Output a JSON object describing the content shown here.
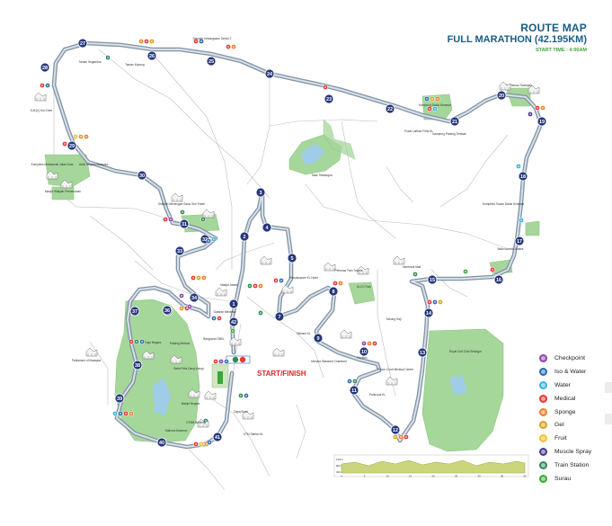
{
  "header": {
    "title": "ROUTE MAP",
    "subtitle": "FULL MARATHON (42.195KM)",
    "start_time": "START TIME : 4:00AM"
  },
  "start_finish_label": "START/FINISH",
  "legend": [
    {
      "label": "Checkpoint",
      "color": "#8e44ad",
      "icon": "checkpoint-pin"
    },
    {
      "label": "Iso & Water",
      "color": "#2f6bb3",
      "icon": "iso-water-pin"
    },
    {
      "label": "Water",
      "color": "#36b3e3",
      "icon": "water-pin"
    },
    {
      "label": "Medical",
      "color": "#e53935",
      "icon": "medical-pin"
    },
    {
      "label": "Sponge",
      "color": "#f0802a",
      "icon": "sponge-pin"
    },
    {
      "label": "Gel",
      "color": "#d9a21f",
      "icon": "gel-pin"
    },
    {
      "label": "Fruit",
      "color": "#f2c12e",
      "icon": "fruit-pin"
    },
    {
      "label": "Muscle Spray",
      "color": "#4a3a8c",
      "icon": "muscle-spray-pin"
    },
    {
      "label": "Train Station",
      "color": "#2e8b57",
      "icon": "train-station-pin"
    },
    {
      "label": "Surau",
      "color": "#3aa835",
      "icon": "surau-pin"
    }
  ],
  "km_markers": [
    "1",
    "2",
    "3",
    "4",
    "5",
    "7",
    "8",
    "9",
    "10",
    "11",
    "12",
    "13",
    "14",
    "15",
    "16",
    "17",
    "18",
    "19",
    "20",
    "21",
    "22",
    "23",
    "24",
    "25",
    "26",
    "27",
    "28",
    "29",
    "30",
    "31",
    "32",
    "33",
    "34",
    "35",
    "36",
    "37",
    "38",
    "39",
    "40",
    "41",
    "42"
  ],
  "landmarks": {
    "taman_sri_segambut": "Taman Segambut",
    "taman_kepong": "Taman Kepong",
    "sekolah_kebangsaan": "Sekolah Kebangsaan Sentul 2",
    "sjkt_kiu_chee": "SJK(C) Kiu Chee",
    "kompleks_mahkamah": "Kompleks Mahkamah Jalan Duta",
    "arkib_negara": "Arkib Negara Malaysia",
    "masjid_wilayah": "Masjid Wilayah Persekutuan",
    "sekolah_menengah": "Sekolah Menengah Sains Seri Puteri",
    "taman_titiwangsa": "Tasik Titiwangsa",
    "kampung_datuk": "Kampung Datuk Keramat",
    "pusat_latihan": "Pusat Latihan Polis KL",
    "kampung_padang": "Kampung Padang Tembak",
    "taman_tiwangsa": "Taman Tiwangsa",
    "kompleks_sukan": "Kompleks Sukan Datuk Keramat",
    "balai_bomba": "Balai Bomba Jelatek",
    "intermark": "Intermark Mall",
    "petronas": "Petronas Twin Towers",
    "klcc_park": "KLCC Park",
    "renaissance": "Renaissance KL Hotel",
    "menara_kl": "Menara KL",
    "menara_standard": "Menara Standard Chartered",
    "pavilion": "Pavilion",
    "prince_court": "Prince Court Medical Centre",
    "royal_golf": "Royal Golf Club Selangor",
    "tabung_haji": "Tabung Haji",
    "parkroyal": "Parkroyal KL",
    "masjid_jamek": "Masjid Jamek",
    "tugu_negara": "Tugu Negara",
    "parliament": "Parliament of Malaysia",
    "dataran_merdeka": "Dataran Merdeka",
    "bangunan_dbkl": "Bangunan DBKL",
    "balai_polis": "Balai Polis Dang Wangi",
    "masjid_negara": "Masjid Negara",
    "ktm_building": "KTMB Building",
    "national_museum": "National Museum",
    "ktm_station": "KTM Station KL",
    "daya_bumi": "Daya Bumi",
    "padang_merbok": "Padang Merbok"
  },
  "elevation": {
    "y_axis": [
      "40m",
      "80m",
      "120m"
    ],
    "x_axis": [
      "0",
      "5",
      "10",
      "15",
      "20",
      "25",
      "30",
      "35",
      "42"
    ]
  }
}
